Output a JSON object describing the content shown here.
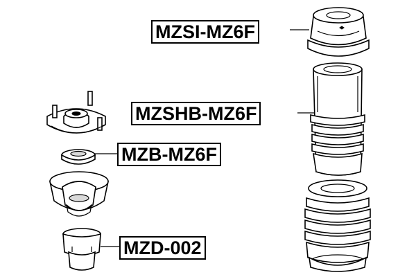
{
  "parts": [
    {
      "id": "mzsi",
      "code": "MZSI-MZ6F"
    },
    {
      "id": "mzshb",
      "code": "MZSHB-MZ6F"
    },
    {
      "id": "mzb",
      "code": "MZB-MZ6F"
    },
    {
      "id": "mzd",
      "code": "MZD-002"
    }
  ]
}
